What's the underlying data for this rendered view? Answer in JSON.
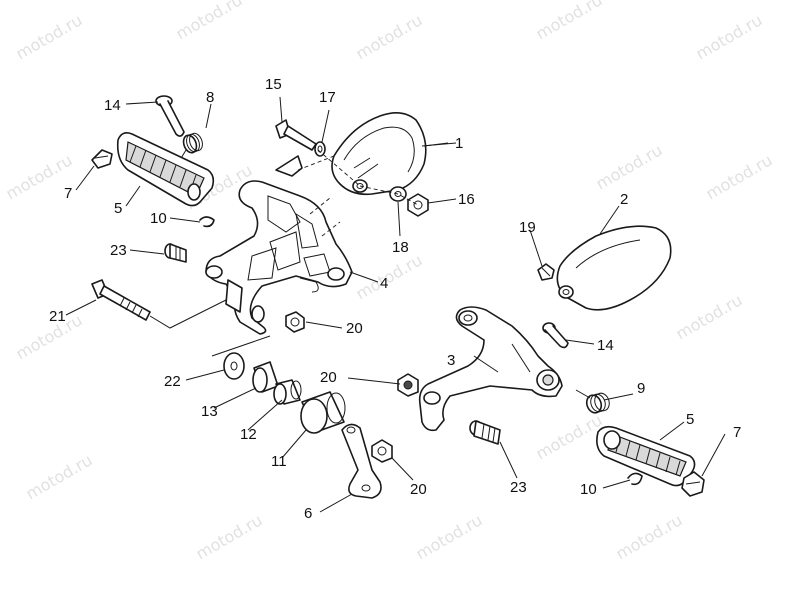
{
  "watermark": "motod.ru",
  "callouts": [
    {
      "id": "c1",
      "label": "1"
    },
    {
      "id": "c2",
      "label": "2"
    },
    {
      "id": "c3",
      "label": "3"
    },
    {
      "id": "c4",
      "label": "4"
    },
    {
      "id": "c5a",
      "label": "5"
    },
    {
      "id": "c5b",
      "label": "5"
    },
    {
      "id": "c6",
      "label": "6"
    },
    {
      "id": "c7a",
      "label": "7"
    },
    {
      "id": "c7b",
      "label": "7"
    },
    {
      "id": "c8",
      "label": "8"
    },
    {
      "id": "c9",
      "label": "9"
    },
    {
      "id": "c10a",
      "label": "10"
    },
    {
      "id": "c10b",
      "label": "10"
    },
    {
      "id": "c11",
      "label": "11"
    },
    {
      "id": "c12",
      "label": "12"
    },
    {
      "id": "c13",
      "label": "13"
    },
    {
      "id": "c14a",
      "label": "14"
    },
    {
      "id": "c14b",
      "label": "14"
    },
    {
      "id": "c15",
      "label": "15"
    },
    {
      "id": "c16",
      "label": "16"
    },
    {
      "id": "c17",
      "label": "17"
    },
    {
      "id": "c18",
      "label": "18"
    },
    {
      "id": "c19",
      "label": "19"
    },
    {
      "id": "c20a",
      "label": "20"
    },
    {
      "id": "c20b",
      "label": "20"
    },
    {
      "id": "c20c",
      "label": "20"
    },
    {
      "id": "c21",
      "label": "21"
    },
    {
      "id": "c22",
      "label": "22"
    },
    {
      "id": "c23a",
      "label": "23"
    },
    {
      "id": "c23b",
      "label": "23"
    }
  ]
}
